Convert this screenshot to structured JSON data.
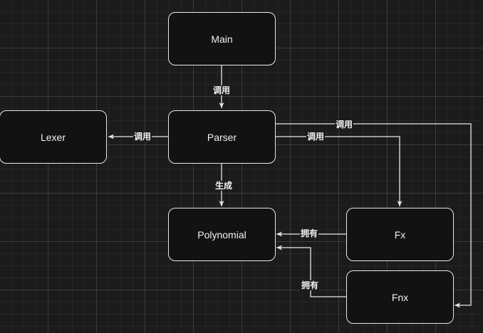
{
  "nodes": {
    "main": "Main",
    "parser": "Parser",
    "lexer": "Lexer",
    "polynomial": "Polynomial",
    "fx": "Fx",
    "fnx": "Fnx"
  },
  "edges": [
    {
      "from": "Main",
      "to": "Parser",
      "label": "调用"
    },
    {
      "from": "Parser",
      "to": "Lexer",
      "label": "调用"
    },
    {
      "from": "Parser",
      "to": "Polynomial",
      "label": "生成"
    },
    {
      "from": "Parser",
      "to": "Fx",
      "label": "调用"
    },
    {
      "from": "Parser",
      "to": "Fnx",
      "label": "调用"
    },
    {
      "from": "Fx",
      "to": "Polynomial",
      "label": "拥有"
    },
    {
      "from": "Fnx",
      "to": "Polynomial",
      "label": "拥有"
    }
  ],
  "colors": {
    "background": "#1b1b1b",
    "node_fill": "#121212",
    "stroke": "#e8e8e8",
    "text": "#f2f2f2"
  }
}
